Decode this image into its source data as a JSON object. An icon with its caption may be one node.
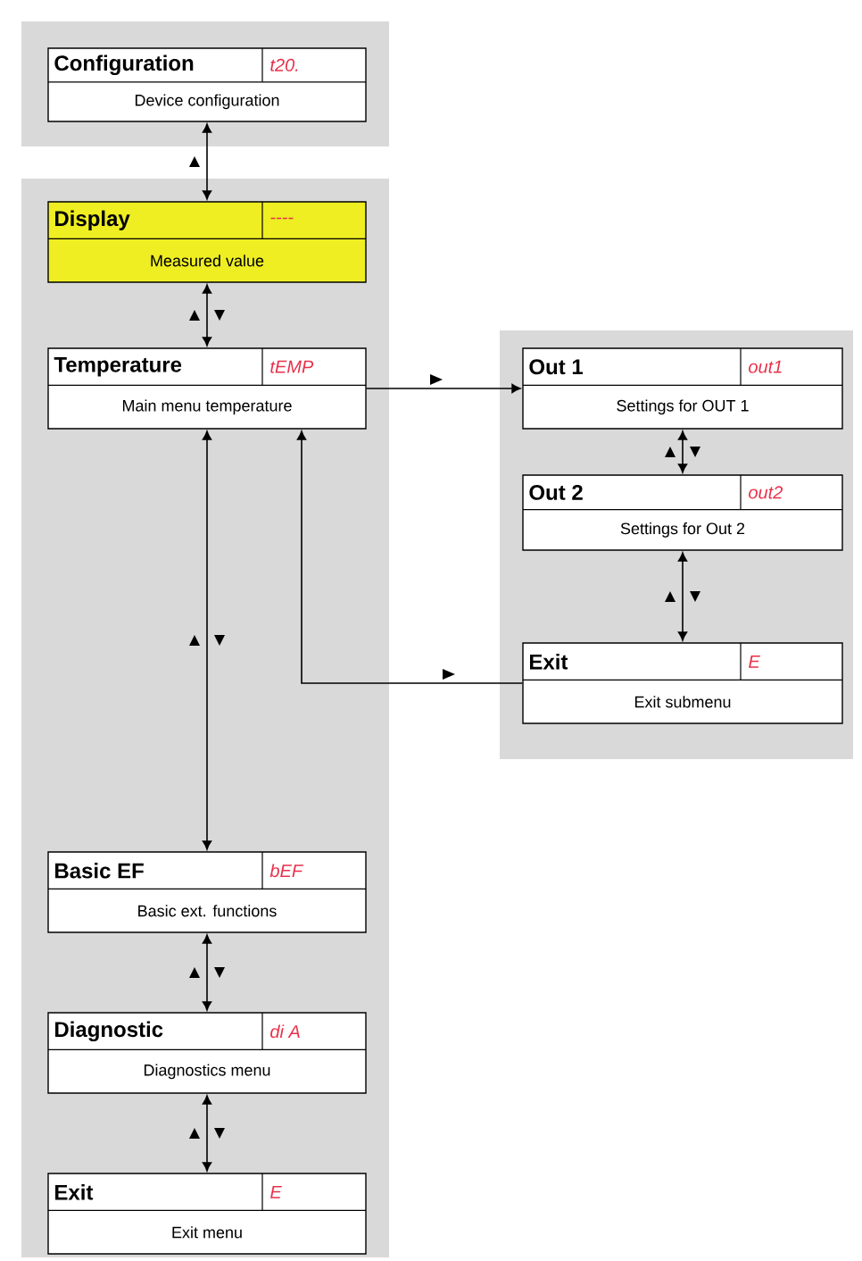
{
  "diagram": {
    "nodes": [
      {
        "text": [],
        "shape": "box"
      },
      {
        "text": [
          "Configuration",
          "t20.",
          "Device configuration"
        ],
        "in": 0
      },
      {
        "text": [],
        "shape": "box"
      },
      {
        "text": [
          "Display",
          "----",
          "Measured value"
        ],
        "in": 2
      },
      {
        "text": [
          "Temperature",
          "tEMP",
          "Main menu temperature"
        ],
        "in": 2
      },
      {
        "text": [],
        "shape": "box"
      },
      {
        "text": [
          "Out 1",
          "out1",
          "Settings for OUT 1"
        ],
        "in": 5
      },
      {
        "text": [
          "Out 2",
          "out2",
          "Settings for Out 2"
        ],
        "in": 5
      },
      {
        "text": [
          "Exit",
          "E",
          "Exit submenu"
        ],
        "in": 5
      },
      {
        "text": [
          "Basic  EF",
          "bEF",
          "Basic ext. functions"
        ],
        "in": 2
      },
      {
        "text": [
          "Diagnostic",
          "di A",
          "Diagnostics menu"
        ],
        "in": 2
      },
      {
        "text": [
          "Exit",
          "E",
          "Exit menu"
        ],
        "in": 2
      }
    ],
    "edges": [
      {
        "from": 1,
        "to": 3,
        "arrow": "both"
      },
      {
        "from": 3,
        "to": 4,
        "arrow": "both"
      },
      {
        "from": 4,
        "to": 6,
        "arrow": "to"
      },
      {
        "from": 6,
        "to": 7,
        "arrow": "both"
      },
      {
        "from": 7,
        "to": 8,
        "arrow": "both"
      },
      {
        "from": 8,
        "to": 4,
        "arrow": "to"
      },
      {
        "from": 4,
        "to": 9,
        "arrow": "both"
      },
      {
        "from": 9,
        "to": 10,
        "arrow": "both"
      },
      {
        "from": 10,
        "to": 11,
        "arrow": "both"
      }
    ]
  }
}
